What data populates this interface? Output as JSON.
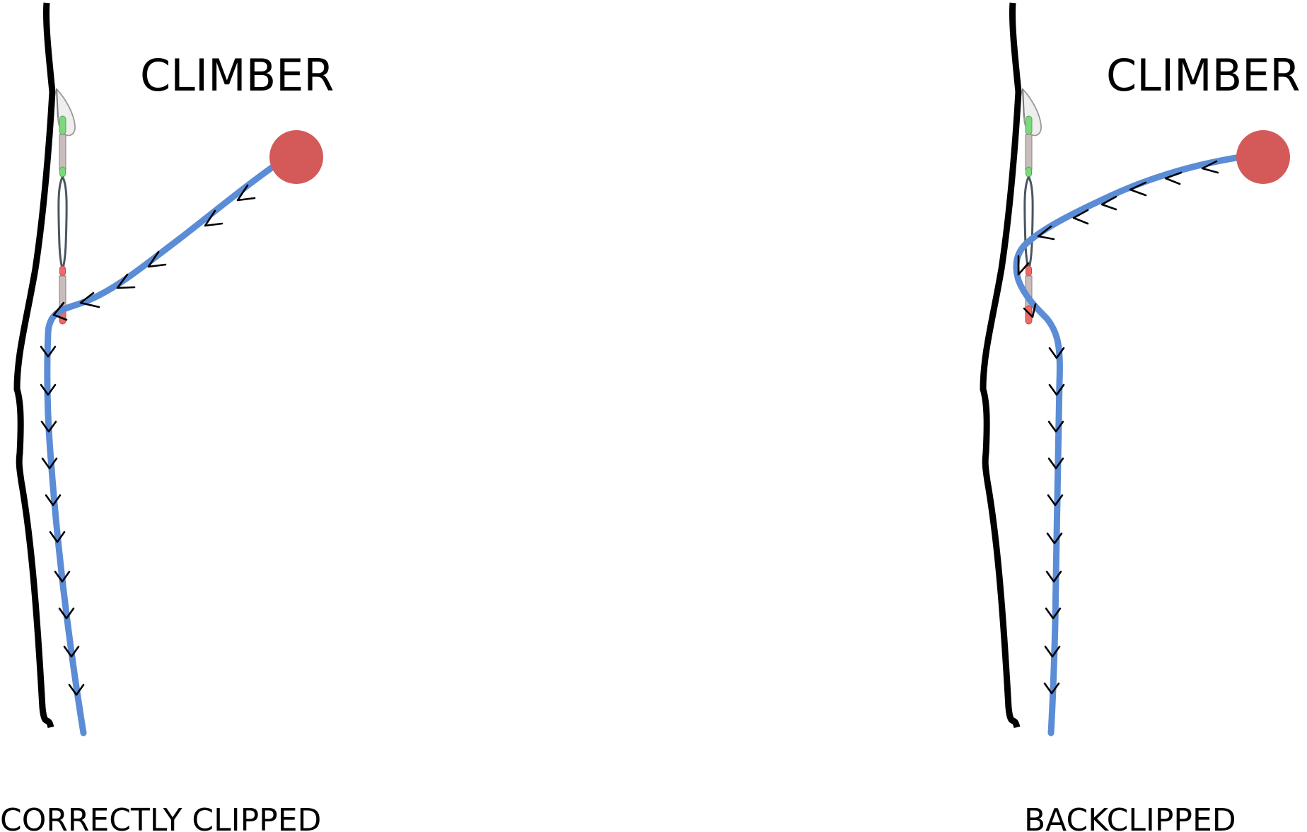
{
  "panels": [
    {
      "id": "left",
      "climber_label": "CLIMBER",
      "caption": "CORRECTLY CLIPPED"
    },
    {
      "id": "right",
      "climber_label": "CLIMBER",
      "caption": "BACKCLIPPED"
    }
  ],
  "colors": {
    "rope": "#5b8cd6",
    "wall": "#000000",
    "climber": "#d45a5a",
    "top_carabiner": "#7bd87b",
    "bottom_carabiner": "#ec6a6a",
    "dogbone": "#c9bcbc",
    "bolt": "#e3e3e3",
    "arrow": "#000000"
  },
  "icons": [
    "climber-dot",
    "bolt-hanger-icon",
    "quickdraw-icon",
    "rope-direction-arrow"
  ]
}
